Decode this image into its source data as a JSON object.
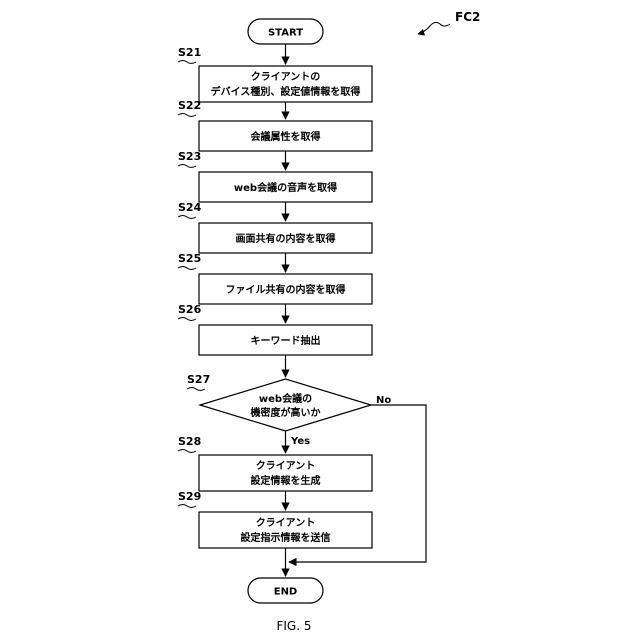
{
  "flowchart_id": "FC2",
  "figure_caption": "FIG. 5",
  "start_label": "START",
  "end_label": "END",
  "steps": [
    {
      "id": "S21",
      "lines": [
        "クライアントの",
        "デバイス種別、設定値情報を取得"
      ]
    },
    {
      "id": "S22",
      "lines": [
        "会議属性を取得"
      ]
    },
    {
      "id": "S23",
      "lines": [
        "web会議の音声を取得"
      ]
    },
    {
      "id": "S24",
      "lines": [
        "画面共有の内容を取得"
      ]
    },
    {
      "id": "S25",
      "lines": [
        "ファイル共有の内容を取得"
      ]
    },
    {
      "id": "S26",
      "lines": [
        "キーワード抽出"
      ]
    }
  ],
  "decision": {
    "id": "S27",
    "lines": [
      "web会議の",
      "機密度が高いか"
    ],
    "yes_label": "Yes",
    "no_label": "No"
  },
  "yes_steps": [
    {
      "id": "S28",
      "lines": [
        "クライアント",
        "設定情報を生成"
      ]
    },
    {
      "id": "S29",
      "lines": [
        "クライアント",
        "設定指示情報を送信"
      ]
    }
  ]
}
